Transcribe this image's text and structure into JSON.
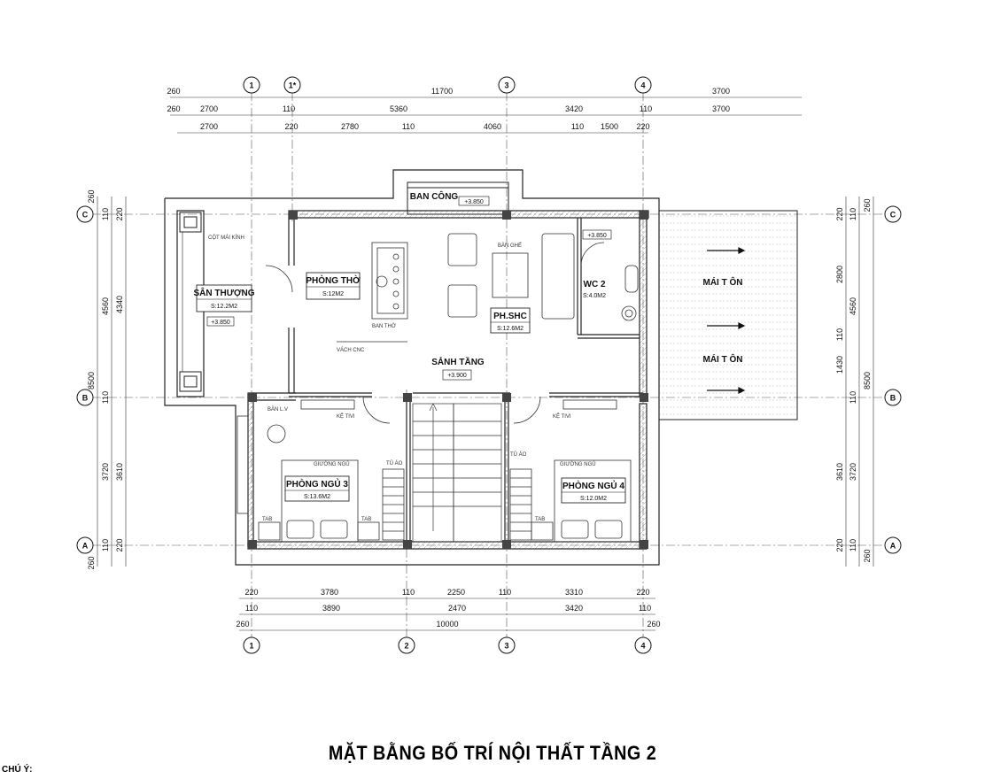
{
  "title": "MẶT BẰNG BỐ TRÍ NỘI THẤT TẦNG 2",
  "note": "CHÚ Ý:",
  "axes": {
    "top": [
      "1",
      "1*",
      "3",
      "4"
    ],
    "bottom": [
      "1",
      "2",
      "3",
      "4"
    ],
    "left": [
      "C",
      "B",
      "A"
    ],
    "right": [
      "C",
      "B",
      "A"
    ]
  },
  "dims_top": {
    "row1": [
      "260",
      "11700",
      "3700"
    ],
    "row2": [
      "260",
      "2700",
      "110",
      "5360",
      "3420",
      "110",
      "3700"
    ],
    "row3": [
      "2700",
      "220",
      "2780",
      "110",
      "4060",
      "110",
      "1500",
      "220"
    ]
  },
  "dims_bottom": {
    "row1": [
      "220",
      "3780",
      "110",
      "2250",
      "110",
      "3310",
      "220"
    ],
    "row2": [
      "110",
      "3890",
      "2470",
      "3420",
      "110"
    ],
    "row3": [
      "260",
      "10000",
      "260"
    ]
  },
  "dims_left": {
    "outer": [
      "260",
      "8500",
      "260"
    ],
    "mid": [
      "110",
      "4560",
      "110",
      "3720",
      "110"
    ],
    "inner": [
      "220",
      "4340",
      "3610",
      "220"
    ]
  },
  "dims_right": {
    "outer": [
      "260",
      "8500",
      "260"
    ],
    "mid": [
      "110",
      "4560",
      "110",
      "3720",
      "110"
    ],
    "inner": [
      "220",
      "2800",
      "110",
      "1430",
      "3610",
      "220"
    ]
  },
  "rooms": {
    "san_thuong": {
      "name": "SÂN THƯỢNG",
      "area": "S:12.2M2"
    },
    "phong_tho": {
      "name": "PHÒNG THỜ",
      "area": "S:12M2"
    },
    "ban_cong": {
      "name": "BAN CÔNG"
    },
    "ph_shc": {
      "name": "PH.SHC",
      "area": "S:12.6M2"
    },
    "wc2": {
      "name": "WC 2",
      "area": "S:4.0M2"
    },
    "sanh_tang": {
      "name": "SẢNH TẦNG"
    },
    "phong_ngu_3": {
      "name": "PHÒNG NGỦ 3",
      "area": "S:13.6M2"
    },
    "phong_ngu_4": {
      "name": "PHÒNG NGỦ 4",
      "area": "S:12.0M2"
    },
    "mai_ton_1": {
      "name": "MÁI T ÔN"
    },
    "mai_ton_2": {
      "name": "MÁI T ÔN"
    }
  },
  "levels": {
    "ban_cong": "+3.850",
    "san_thuong": "+3.850",
    "wc2": "+3.850",
    "sanh_tang": "+3.900"
  },
  "labels": {
    "cot_mai_kinh": "CỘT MÁI KÍNH",
    "ban_tho": "BAN THỜ",
    "vach_cnc": "VÁCH CNC",
    "ban_ghe": "BÀN GHẾ",
    "ban_lv": "BÀN L.V",
    "ke_tivi_left": "KỆ TIVI",
    "ke_tivi_right": "KỆ TIVI",
    "tu_ao_left": "TỦ ÁO",
    "tu_ao_right": "TỦ ÁO",
    "giuong_ngu_left": "GIƯỜNG NGỦ",
    "giuong_ngu_right": "GIƯỜNG NGỦ",
    "tab": "TAB"
  }
}
